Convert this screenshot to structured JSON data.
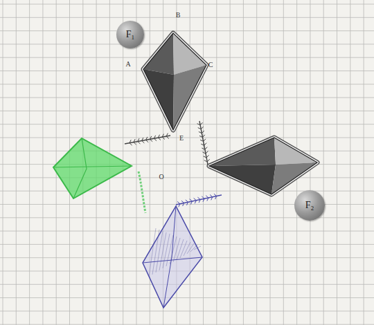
{
  "diagram": {
    "nodes": [
      {
        "text": [
          "F₁"
        ]
      },
      {
        "text": [
          "F₂"
        ]
      }
    ],
    "edges": [],
    "labels": [
      "B",
      "A",
      "C",
      "E",
      "O"
    ]
  }
}
